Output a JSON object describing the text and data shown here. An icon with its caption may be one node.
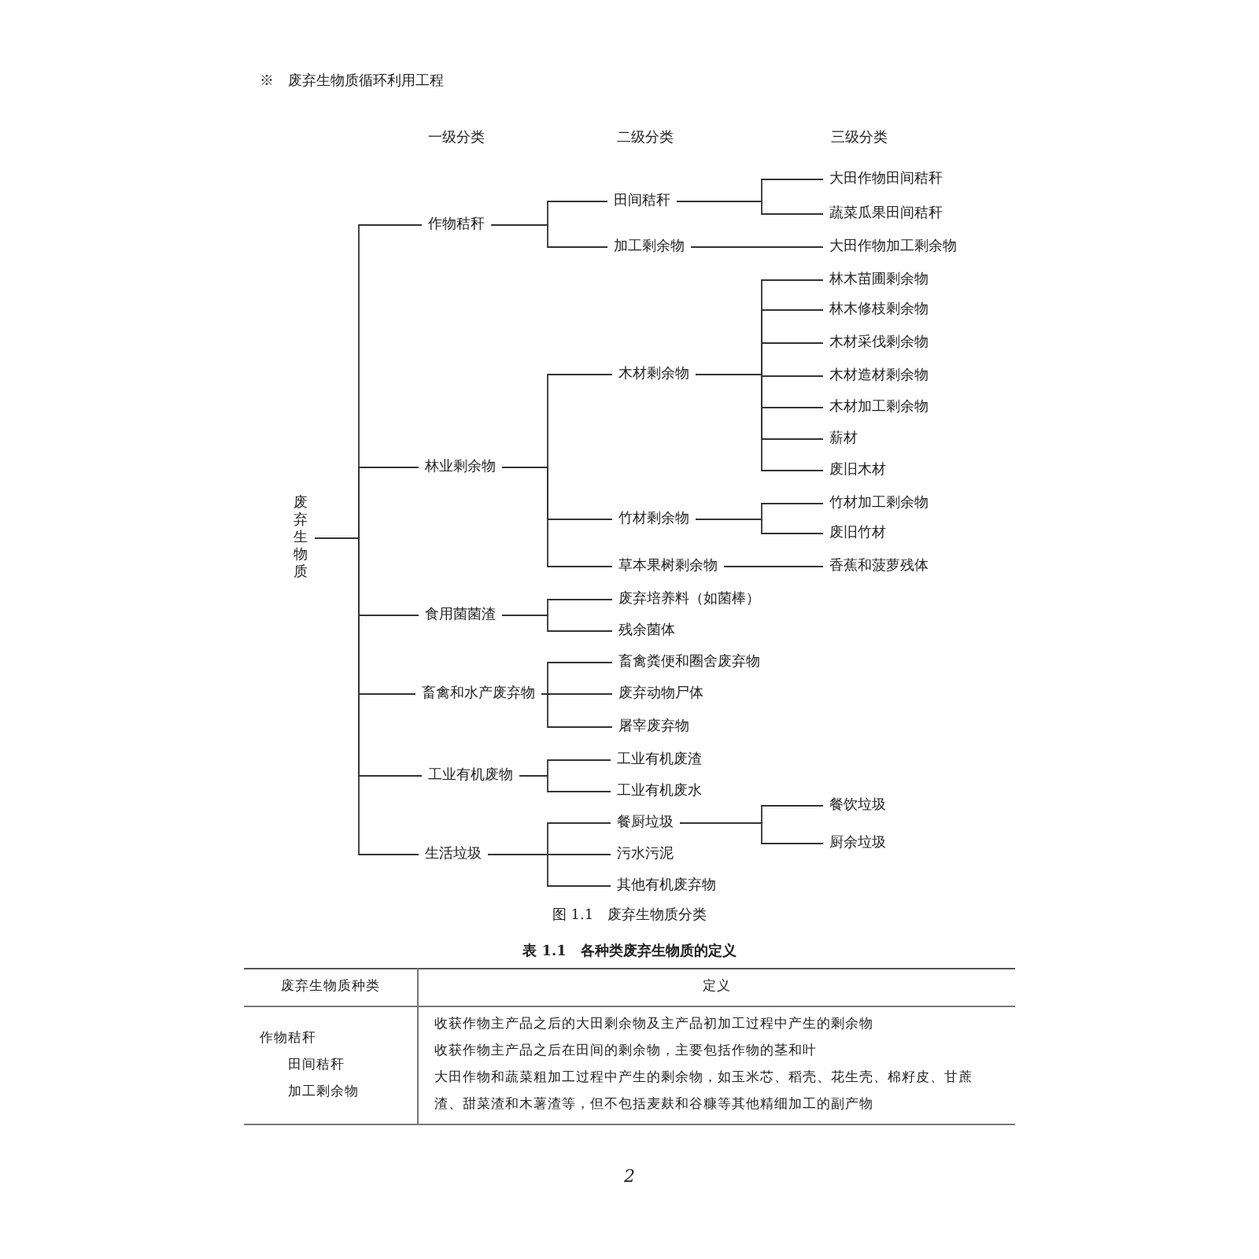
{
  "diagram": {
    "caption": "图 1.1　废弃生物质分类",
    "nodes": [
      {
        "text": [
          "废弃生物质"
        ]
      },
      {
        "text": [
          "作物秸秆"
        ]
      },
      {
        "text": [
          "田间秸秆"
        ]
      },
      {
        "text": [
          "大田作物田间秸秆"
        ]
      },
      {
        "text": [
          "蔬菜瓜果田间秸秆"
        ]
      },
      {
        "text": [
          "加工剩余物"
        ]
      },
      {
        "text": [
          "大田作物加工剩余物"
        ]
      },
      {
        "text": [
          "林业剩余物"
        ]
      },
      {
        "text": [
          "木材剩余物"
        ]
      },
      {
        "text": [
          "林木苗圃剩余物"
        ]
      },
      {
        "text": [
          "林木修枝剩余物"
        ]
      },
      {
        "text": [
          "木材采伐剩余物"
        ]
      },
      {
        "text": [
          "木材造材剩余物"
        ]
      },
      {
        "text": [
          "木材加工剩余物"
        ]
      },
      {
        "text": [
          "薪材"
        ]
      },
      {
        "text": [
          "废旧木材"
        ]
      },
      {
        "text": [
          "竹材剩余物"
        ]
      },
      {
        "text": [
          "竹材加工剩余物"
        ]
      },
      {
        "text": [
          "废旧竹材"
        ]
      },
      {
        "text": [
          "草本果树剩余物"
        ]
      },
      {
        "text": [
          "香蕉和菠萝残体"
        ]
      },
      {
        "text": [
          "食用菌菌渣"
        ]
      },
      {
        "text": [
          "废弃培养料（如菌棒）"
        ]
      },
      {
        "text": [
          "残余菌体"
        ]
      },
      {
        "text": [
          "畜禽和水产废弃物"
        ]
      },
      {
        "text": [
          "畜禽粪便和圈舍废弃物"
        ]
      },
      {
        "text": [
          "废弃动物尸体"
        ]
      },
      {
        "text": [
          "屠宰废弃物"
        ]
      },
      {
        "text": [
          "工业有机废物"
        ]
      },
      {
        "text": [
          "工业有机废渣"
        ]
      },
      {
        "text": [
          "工业有机废水"
        ]
      },
      {
        "text": [
          "生活垃圾"
        ]
      },
      {
        "text": [
          "餐厨垃圾"
        ]
      },
      {
        "text": [
          "餐饮垃圾"
        ]
      },
      {
        "text": [
          "厨余垃圾"
        ]
      },
      {
        "text": [
          "污水污泥"
        ]
      },
      {
        "text": [
          "其他有机废弃物"
        ]
      }
    ],
    "edges": [
      {
        "from": 0,
        "to": 1,
        "arrow": "none"
      },
      {
        "from": 1,
        "to": 2,
        "arrow": "none"
      },
      {
        "from": 2,
        "to": 3,
        "arrow": "none"
      },
      {
        "from": 2,
        "to": 4,
        "arrow": "none"
      },
      {
        "from": 1,
        "to": 5,
        "arrow": "none"
      },
      {
        "from": 5,
        "to": 6,
        "arrow": "none"
      },
      {
        "from": 0,
        "to": 7,
        "arrow": "none"
      },
      {
        "from": 7,
        "to": 8,
        "arrow": "none"
      },
      {
        "from": 8,
        "to": 9,
        "arrow": "none"
      },
      {
        "from": 8,
        "to": 10,
        "arrow": "none"
      },
      {
        "from": 8,
        "to": 11,
        "arrow": "none"
      },
      {
        "from": 8,
        "to": 12,
        "arrow": "none"
      },
      {
        "from": 8,
        "to": 13,
        "arrow": "none"
      },
      {
        "from": 8,
        "to": 14,
        "arrow": "none"
      },
      {
        "from": 8,
        "to": 15,
        "arrow": "none"
      },
      {
        "from": 7,
        "to": 16,
        "arrow": "none"
      },
      {
        "from": 16,
        "to": 17,
        "arrow": "none"
      },
      {
        "from": 16,
        "to": 18,
        "arrow": "none"
      },
      {
        "from": 7,
        "to": 19,
        "arrow": "none"
      },
      {
        "from": 19,
        "to": 20,
        "arrow": "none"
      },
      {
        "from": 0,
        "to": 21,
        "arrow": "none"
      },
      {
        "from": 21,
        "to": 22,
        "arrow": "none"
      },
      {
        "from": 21,
        "to": 23,
        "arrow": "none"
      },
      {
        "from": 0,
        "to": 24,
        "arrow": "none"
      },
      {
        "from": 24,
        "to": 25,
        "arrow": "none"
      },
      {
        "from": 24,
        "to": 26,
        "arrow": "none"
      },
      {
        "from": 24,
        "to": 27,
        "arrow": "none"
      },
      {
        "from": 0,
        "to": 28,
        "arrow": "none"
      },
      {
        "from": 28,
        "to": 29,
        "arrow": "none"
      },
      {
        "from": 28,
        "to": 30,
        "arrow": "none"
      },
      {
        "from": 0,
        "to": 31,
        "arrow": "none"
      },
      {
        "from": 31,
        "to": 32,
        "arrow": "none"
      },
      {
        "from": 32,
        "to": 33,
        "arrow": "none"
      },
      {
        "from": 32,
        "to": 34,
        "arrow": "none"
      },
      {
        "from": 31,
        "to": 35,
        "arrow": "none"
      },
      {
        "from": 31,
        "to": 36,
        "arrow": "none"
      }
    ],
    "labels": [
      "※　废弃生物质循环利用工程",
      "一级分类",
      "二级分类",
      "三级分类",
      "表 1.1　各种类废弃生物质的定义",
      "废弃生物质种类",
      "定义",
      "作物秸秆",
      "收获作物主产品之后的大田剩余物及主产品初加工过程中产生的剩余物",
      "田间秸秆",
      "收获作物主产品之后在田间的剩余物，主要包括作物的茎和叶",
      "加工剩余物",
      "大田作物和蔬菜粗加工过程中产生的剩余物，如玉米芯、稻壳、花生壳、棉籽皮、甘蔗渣、甜菜渣和木薯渣等，但不包括麦麸和谷糠等其他精细加工的副产物",
      "2"
    ]
  }
}
